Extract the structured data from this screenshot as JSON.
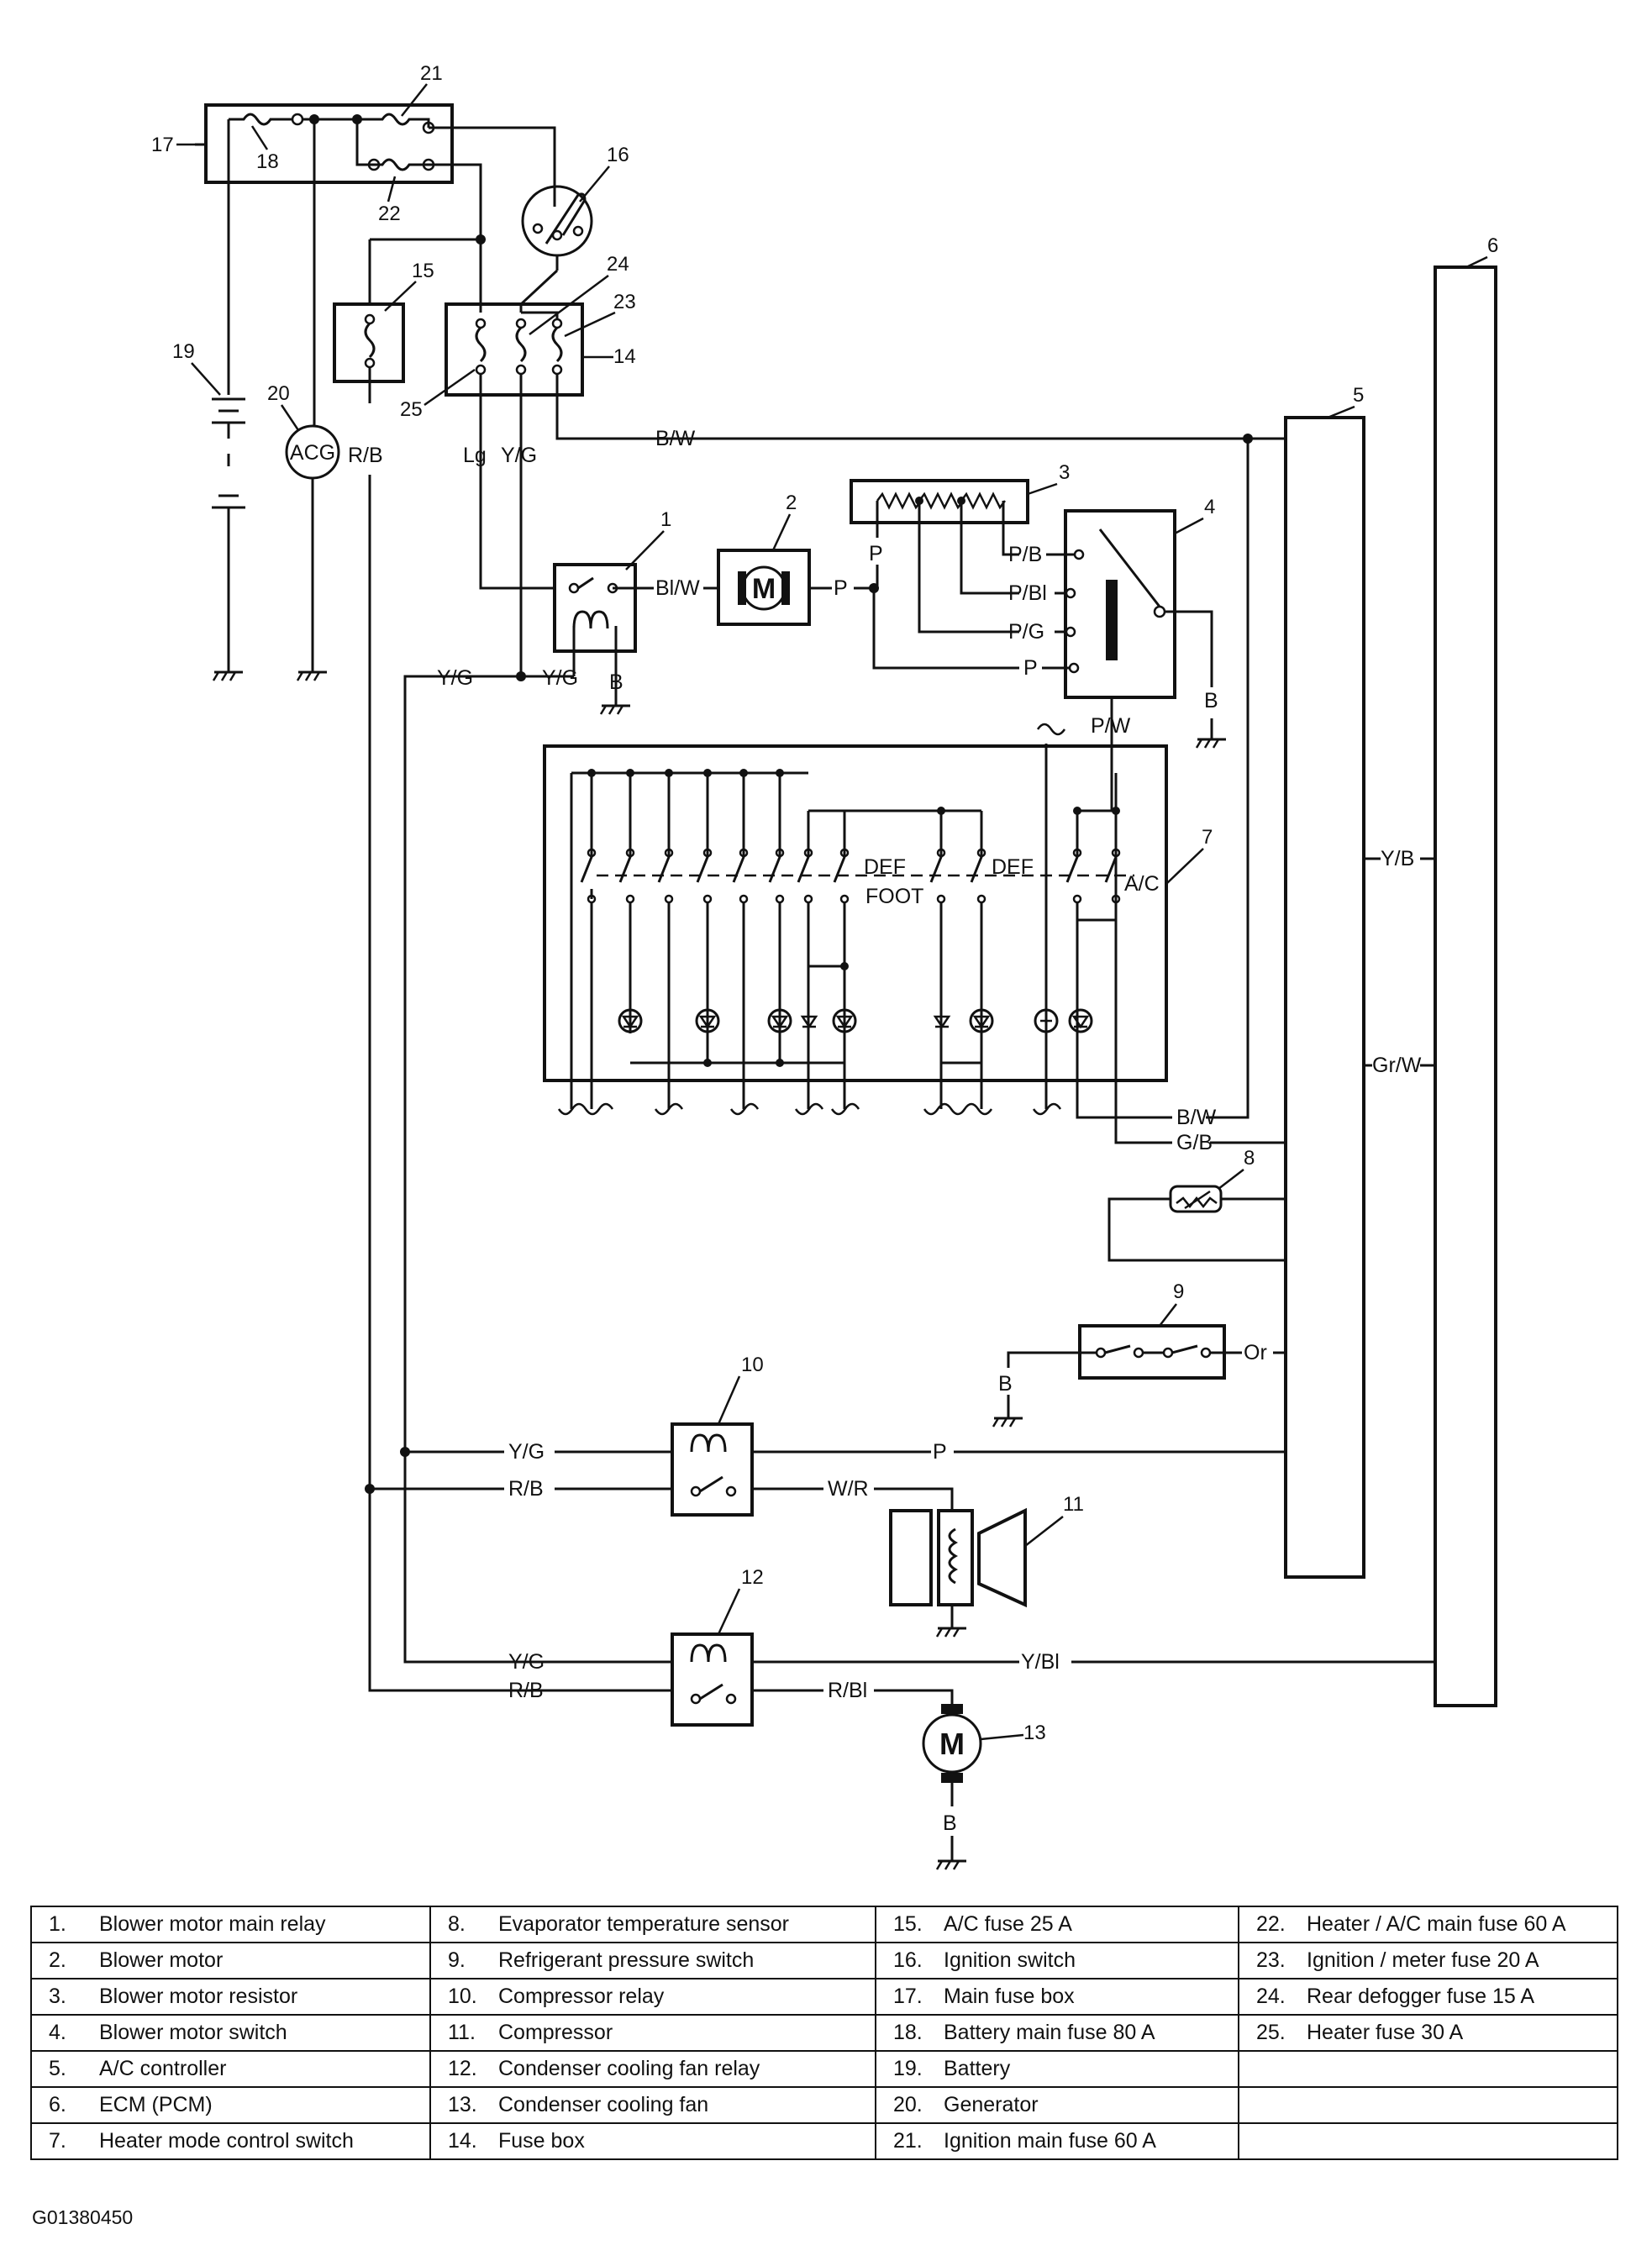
{
  "component_numbers": [
    "1",
    "2",
    "3",
    "4",
    "5",
    "6",
    "7",
    "8",
    "9",
    "10",
    "11",
    "12",
    "13",
    "14",
    "15",
    "16",
    "17",
    "18",
    "19",
    "20",
    "21",
    "22",
    "23",
    "24",
    "25"
  ],
  "wire_labels": {
    "bw_top": "B/W",
    "lg": "Lg",
    "yg_left": "Y/G",
    "rb_top": "R/B",
    "acg": "ACG",
    "blw": "Bl/W",
    "p_motor": "P",
    "p_res": "P",
    "pb": "P/B",
    "pbl": "P/Bl",
    "pg": "P/G",
    "p_sw": "P",
    "pw": "P/W",
    "b_sw4": "B",
    "yg_relay1a": "Y/G",
    "yg_relay1b": "Y/G",
    "b_relay1": "B",
    "def1": "DEF",
    "foot": "FOOT",
    "def2": "DEF",
    "ac": "A/C",
    "yb": "Y/B",
    "grw": "Gr/W",
    "bw_bottom": "B/W",
    "gb": "G/B",
    "or": "Or",
    "b_sw9": "B",
    "yg_r10": "Y/G",
    "p_r10": "P",
    "rb_r10": "R/B",
    "wr": "W/R",
    "yg_r12": "Y/G",
    "ybl": "Y/Bl",
    "rb_r12": "R/B",
    "rbl": "R/Bl",
    "b_fan": "B",
    "m": "M"
  },
  "legend": [
    [
      {
        "n": "1.",
        "t": "Blower motor main relay"
      },
      {
        "n": "8.",
        "t": "Evaporator temperature sensor"
      },
      {
        "n": "15.",
        "t": "A/C fuse 25 A"
      },
      {
        "n": "22.",
        "t": "Heater / A/C main fuse 60 A"
      }
    ],
    [
      {
        "n": "2.",
        "t": "Blower motor"
      },
      {
        "n": "9.",
        "t": "Refrigerant pressure switch"
      },
      {
        "n": "16.",
        "t": "Ignition switch"
      },
      {
        "n": "23.",
        "t": "Ignition / meter fuse 20 A"
      }
    ],
    [
      {
        "n": "3.",
        "t": "Blower motor resistor"
      },
      {
        "n": "10.",
        "t": "Compressor relay"
      },
      {
        "n": "17.",
        "t": "Main fuse box"
      },
      {
        "n": "24.",
        "t": "Rear defogger fuse 15 A"
      }
    ],
    [
      {
        "n": "4.",
        "t": "Blower motor switch"
      },
      {
        "n": "11.",
        "t": "Compressor"
      },
      {
        "n": "18.",
        "t": "Battery main fuse 80 A"
      },
      {
        "n": "25.",
        "t": "Heater fuse 30 A"
      }
    ],
    [
      {
        "n": "5.",
        "t": "A/C controller"
      },
      {
        "n": "12.",
        "t": "Condenser cooling fan relay"
      },
      {
        "n": "19.",
        "t": "Battery"
      },
      {
        "n": "",
        "t": ""
      }
    ],
    [
      {
        "n": "6.",
        "t": "ECM (PCM)"
      },
      {
        "n": "13.",
        "t": "Condenser cooling fan"
      },
      {
        "n": "20.",
        "t": "Generator"
      },
      {
        "n": "",
        "t": ""
      }
    ],
    [
      {
        "n": "7.",
        "t": "Heater mode control switch"
      },
      {
        "n": "14.",
        "t": "Fuse box"
      },
      {
        "n": "21.",
        "t": "Ignition main fuse 60 A"
      },
      {
        "n": "",
        "t": ""
      }
    ]
  ],
  "figure_id": "G01380450"
}
